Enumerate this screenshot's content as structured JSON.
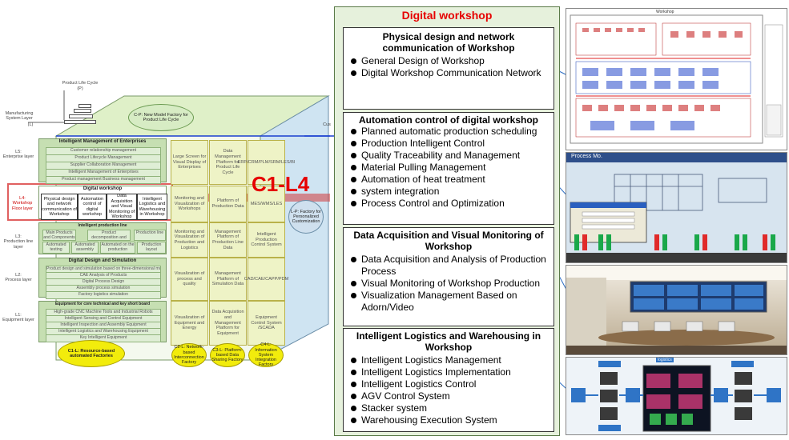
{
  "framework": {
    "axis_product_life_cycle": "Product Life Cycle",
    "axis_p": "(P)",
    "axis_manufacturing_system": "Manufacturing System Layer",
    "axis_l": "(L)",
    "cp_ellipse": "C-P: New Model Factory for Product Life Cycle",
    "cl_tag": "Cus",
    "layers": [
      {
        "code": "L5:",
        "name": "Enterprise layer"
      },
      {
        "code": "L4:",
        "name": "Workshop Floor layer"
      },
      {
        "code": "L3:",
        "name": "Production line layer"
      },
      {
        "code": "L2:",
        "name": "Process layer"
      },
      {
        "code": "L1:",
        "name": "Equipment layer"
      }
    ],
    "band_l5_title": "Intelligent Management of Enterprises",
    "band_l5_rows": [
      "Customer relationship management",
      "Product Lifecycle Management",
      "Supplier Collaboration Management",
      "Intelligent Management of Enterprises",
      "Product management  Business management"
    ],
    "band_l4_title": "Digital workshop",
    "band_l4_boxes": [
      "Physical design and network communication of Workshop",
      "Automation control of digital workshop",
      "Data Acquisition and Visual Monitoring of Workshop",
      "Intelligent Logistics and Warehousing in Workshop"
    ],
    "band_l3_title": "Intelligent production line",
    "band_l3_boxes": [
      "Main Products and Components",
      "Product decomposition and structure",
      "Production line",
      "Automated testing",
      "Automated assembly",
      "Automated on the production",
      "Production layout"
    ],
    "band_l2_title": "Digital Design and Simulation",
    "band_l2_rows": [
      "Product design and simulation based on three-dimensional model",
      "CAE Analysis of Products",
      "Digital Process Design",
      "Assembly process simulation",
      "Factory logistics simulation"
    ],
    "band_l1_title": "Equipment for core technical and key short board",
    "band_l1_rows": [
      "High-grade CNC Machine Tools and Industrial Robots",
      "Intelligent Sensing and Control Equipment",
      "Intelligent Inspection and Assembly Equipment",
      "Intelligent Logistics and Warehousing Equipment",
      "Key Intelligent Equipment"
    ],
    "col_a": [
      "Large Screen for Visual Display of Enterprises",
      "Monitoring and Visualization of Workshops",
      "Monitoring and Visualization of Production and Logistics",
      "Visualization of process and quality",
      "Visualization of Equipment and Energy"
    ],
    "col_b": [
      "Data Management Platform for Product Life Cycle",
      "Platform of Production Data",
      "Management Platform of Production Line Data",
      "Management Platform of Simulation Data",
      "Data Acquisition and Management Platform for Equipment"
    ],
    "col_c": [
      "ERP/CRM/PLM/SRM/LES/BI",
      "MES/WMS/LES",
      "Intelligent Production Control System",
      "CAD/CAE/CAPP/PDM",
      "Equipment Control System /SCADA"
    ],
    "cl_ellipse": "C1-L: Resource-based automated Factories",
    "c2_ellipse": "C2-L: Network-based Interconnection Factory",
    "c3_ellipse": "C3-L: Platform-based Data Sharing Factory",
    "c4_ellipse": "C4-L: Information System Integration Factory",
    "cp_side": "L-P: Factory for Personalized Customization",
    "highlight_label": "C1-L4"
  },
  "panel": {
    "title": "Digital workshop",
    "sections": [
      {
        "title": "Physical design and network communication of Workshop",
        "items": [
          "General Design of Workshop",
          "Digital Workshop Communication Network"
        ]
      },
      {
        "title": "Automation control of digital workshop",
        "items": [
          "Planned automatic production scheduling",
          "Production Intelligent Control",
          "Quality Traceability and Management",
          "Material Pulling Management",
          "Automation of heat treatment",
          "system integration",
          "Process Control and Optimization"
        ]
      },
      {
        "title": "Data Acquisition and Visual Monitoring of Workshop",
        "items": [
          "Data Acquisition and Analysis of Production Process",
          "Visual Monitoring of Workshop Production",
          "Visualization Management Based on Adorn/Video"
        ]
      },
      {
        "title": "Intelligent Logistics and Warehousing in Workshop",
        "items": [
          "Intelligent Logistics Management",
          "Intelligent Logistics Implementation",
          "Intelligent Logistics Control",
          "AGV Control System",
          "Stacker system",
          "Warehousing Execution System"
        ]
      }
    ]
  },
  "images": {
    "layout_title": "Workshop",
    "screen_title": "Process Mo.",
    "logistics_title": "logistics"
  },
  "colors": {
    "accent_red": "#e60000",
    "panel_bg": "#e6f1dc",
    "yellow": "#f2ec0c",
    "band_green": "#dfeed5"
  }
}
